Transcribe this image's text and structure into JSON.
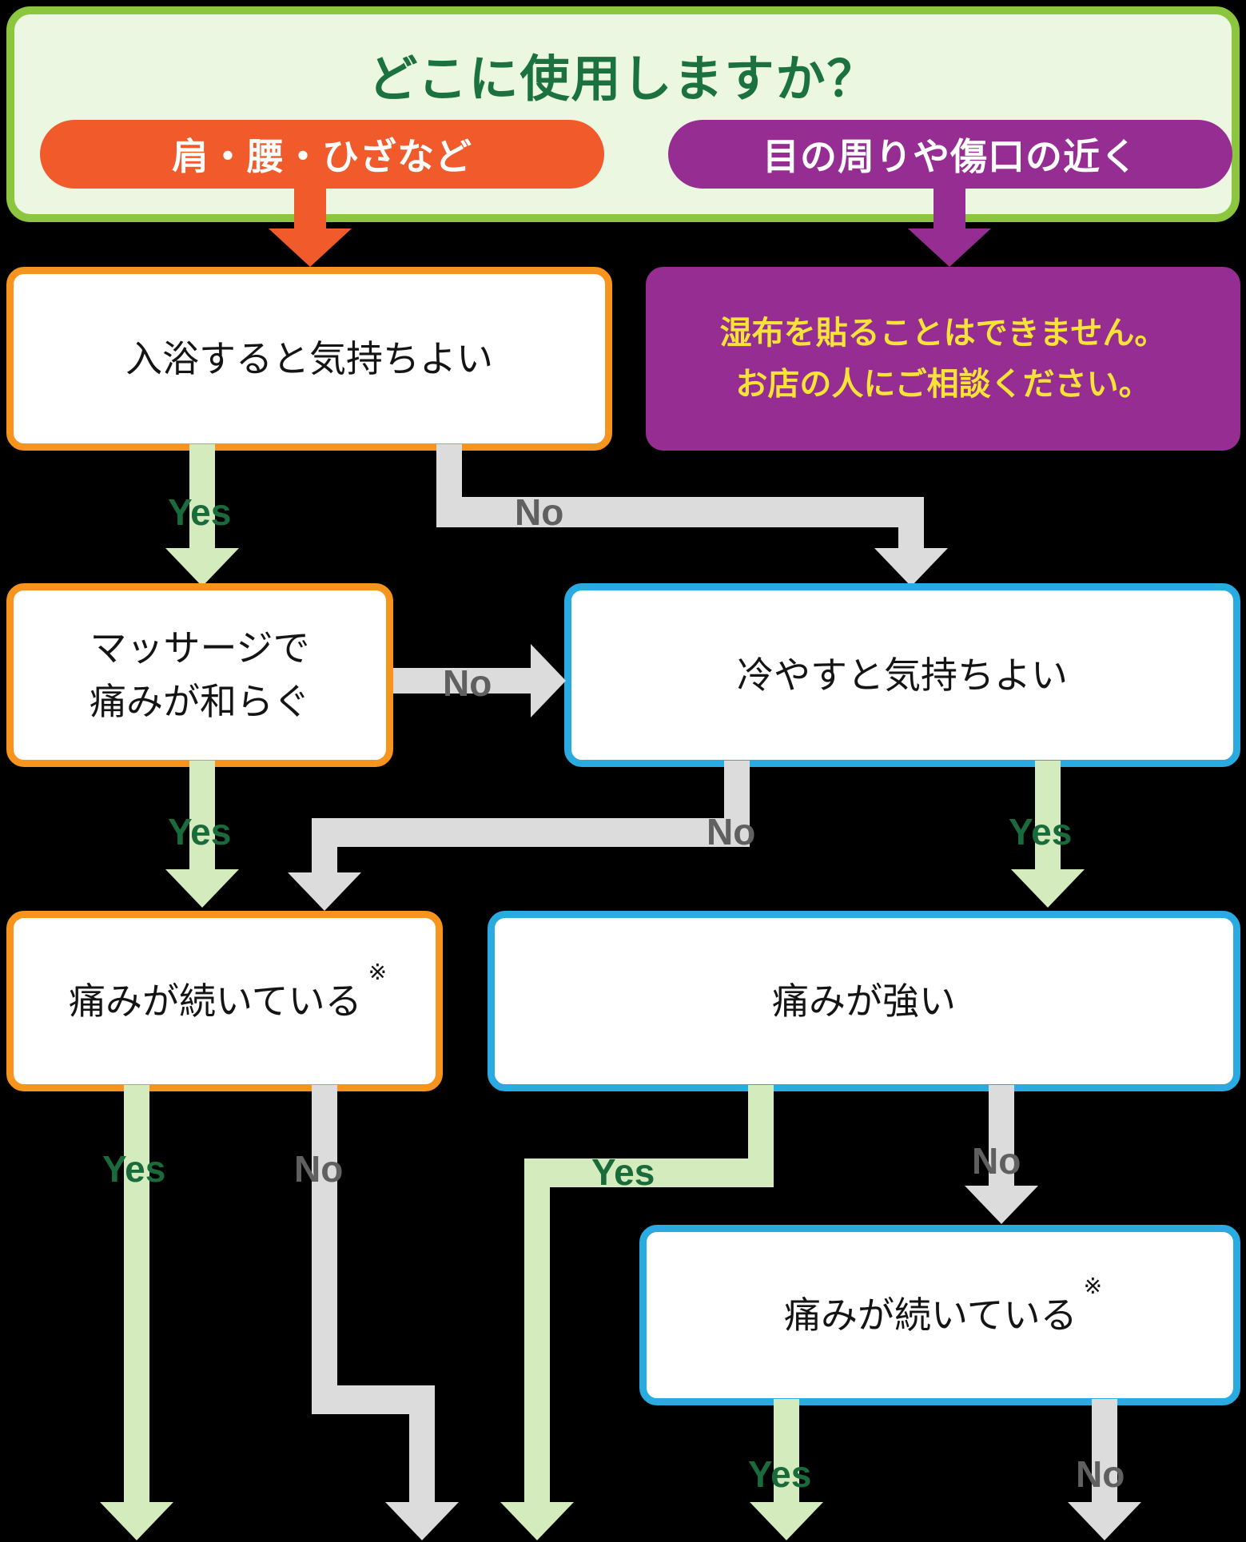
{
  "header": {
    "title": "どこに使用しますか？",
    "options": [
      {
        "id": "body-parts",
        "label": "肩・腰・ひざなど",
        "color": "#f15a2b"
      },
      {
        "id": "eyes-wounds",
        "label": "目の周りや傷口の近く",
        "color": "#952d92"
      }
    ]
  },
  "nodes": {
    "bath": {
      "text": "入浴すると気持ちよい"
    },
    "no_patch": {
      "line1": "湿布を貼ることはできません。",
      "line2": "お店の人にご相談ください。"
    },
    "massage": {
      "line1": "マッサージで",
      "line2": "痛みが和らぐ"
    },
    "cooling": {
      "text": "冷やすと気持ちよい"
    },
    "pain_continues_left": {
      "text": "痛みが続いている",
      "note_mark": "※"
    },
    "pain_strong": {
      "text": "痛みが強い"
    },
    "pain_continues_bottom": {
      "text": "痛みが続いている",
      "note_mark": "※"
    }
  },
  "labels": {
    "yes": "Yes",
    "no": "No"
  },
  "colors": {
    "background": "#000000",
    "header_bg": "#ebf7e0",
    "header_border_green": "#8cc63f",
    "title_green": "#1b7140",
    "orange": "#f15a2b",
    "orange_box_border": "#f7941e",
    "purple": "#952d92",
    "yellow_text": "#f7e338",
    "blue_box_border": "#29abe2",
    "arrow_green": "#d4ebbe",
    "arrow_gray": "#dcdcdc",
    "yes_label_green": "#1a6b3c",
    "no_label_gray": "#606060"
  }
}
